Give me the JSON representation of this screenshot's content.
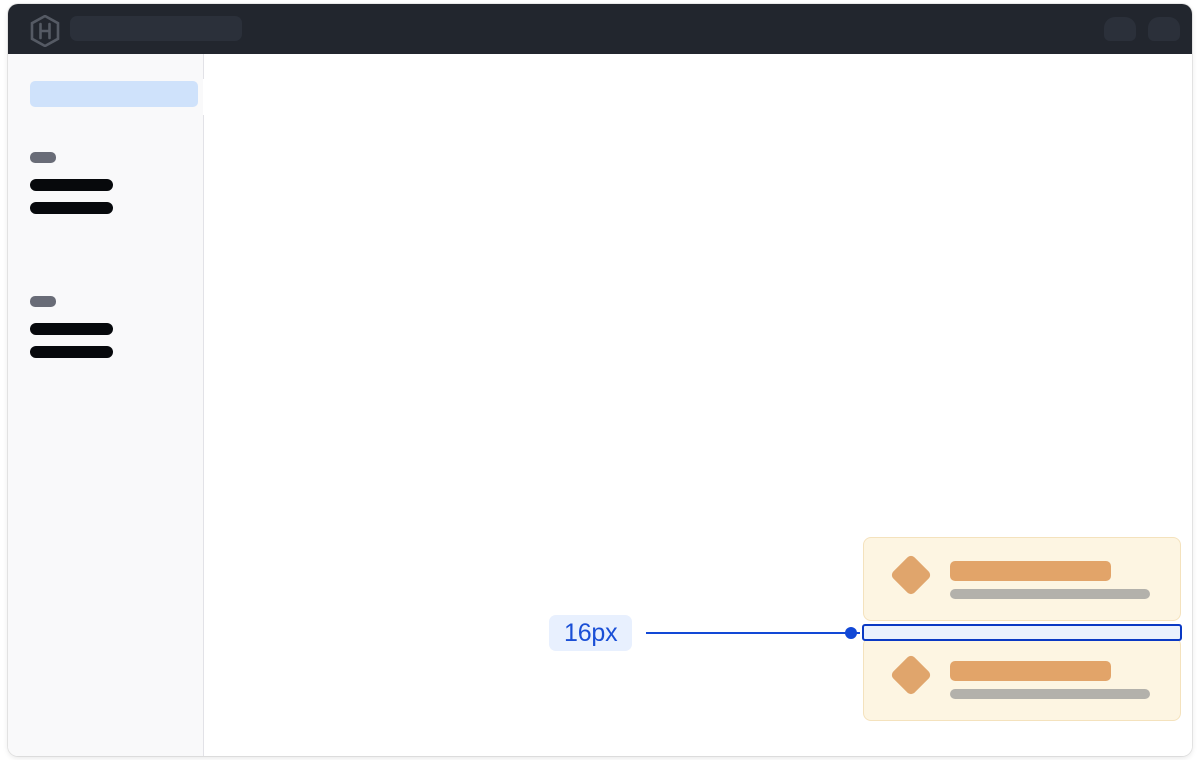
{
  "window": {
    "background_color": "#ffffff",
    "page_background_color": "#ffffff"
  },
  "topbar": {
    "background_color": "#22262e",
    "logo_icon": "hexagon-h-logo-icon",
    "search": {
      "value": "",
      "placeholder": "",
      "state": "empty-placeholder"
    },
    "actions": [
      {
        "icon": "avatar-placeholder-icon"
      },
      {
        "icon": "avatar-placeholder-icon"
      }
    ]
  },
  "sidebar": {
    "background_color": "#f9f9fa",
    "highlight_color": "#cfe2fb",
    "selected_item_label": "",
    "collapse_handle_icon": "sidebar-collapse-handle-icon",
    "groups": [
      {
        "badge_label": "",
        "items": [
          {
            "label": ""
          },
          {
            "label": ""
          }
        ]
      },
      {
        "badge_label": "",
        "items": [
          {
            "label": ""
          },
          {
            "label": ""
          }
        ]
      }
    ]
  },
  "canvas": {
    "background_color": "#ffffff",
    "cards": [
      {
        "icon": "diamond-icon",
        "icon_color": "#e0a56c",
        "title_placeholder": "",
        "subtitle_placeholder": "",
        "background_color": "#fdf5e2",
        "border_color": "#f4e2bd"
      },
      {
        "icon": "diamond-icon",
        "icon_color": "#e0a56c",
        "title_placeholder": "",
        "subtitle_placeholder": "",
        "background_color": "#fdf5e2",
        "border_color": "#f4e2bd"
      }
    ],
    "measurement": {
      "value_label": "16px",
      "value_number": 16,
      "unit": "px",
      "label_text_color": "#1a4fd6",
      "label_background_color": "#e8f0fe",
      "line_color": "#1248d6",
      "highlight_fill_color": "#eaf1fd",
      "highlight_border_color": "#0a39c4",
      "measures": "vertical-gap-between-cards"
    }
  }
}
